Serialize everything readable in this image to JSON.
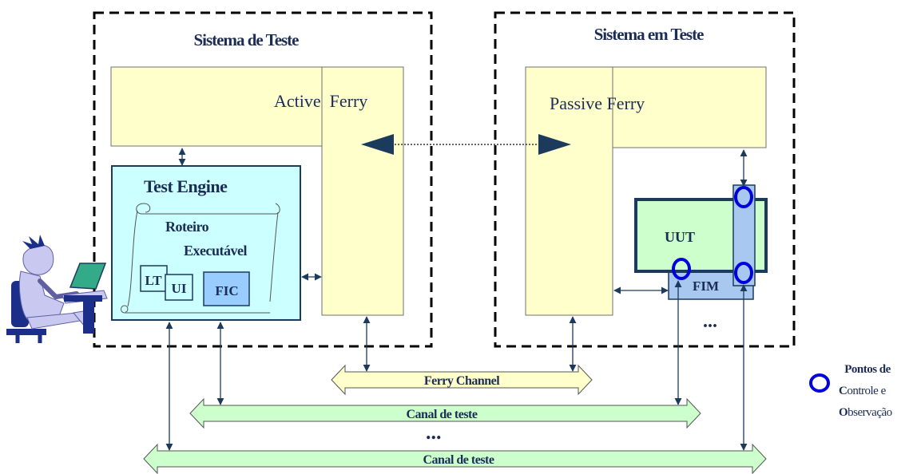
{
  "titles": {
    "test_system": "Sistema de Teste",
    "system_under_test": "Sistema em Teste"
  },
  "ferry": {
    "active": "Active  Ferry",
    "passive": "Passive Ferry"
  },
  "test_engine": {
    "title": "Test Engine",
    "script_line1": "Roteiro",
    "script_line2": "Executável",
    "lt": "LT",
    "ui": "UI",
    "fic": "FIC"
  },
  "uut": {
    "label": "UUT",
    "fim": "FIM",
    "ellipsis": "..."
  },
  "channels": {
    "ferry_channel": "Ferry Channel",
    "test_channel_1": "Canal de teste",
    "test_channel_2": "Canal de teste",
    "ellipsis": "..."
  },
  "legend": {
    "line1": "Pontos de",
    "line2_initial": "C",
    "line2_rest": "ontrole e",
    "line3_initial": "O",
    "line3_rest": "bservação"
  },
  "colors": {
    "ferry_fill": "#ffffcc",
    "engine_fill": "#ccffff",
    "fic_fill": "#99ccff",
    "uut_fill": "#ccffcc",
    "fim_fill": "#a8c8f0",
    "channel_fill": "#ccffcc",
    "ferry_channel_fill": "#ffffcc",
    "arrow": "#1b3a5c",
    "point_ring": "#0000dd"
  }
}
